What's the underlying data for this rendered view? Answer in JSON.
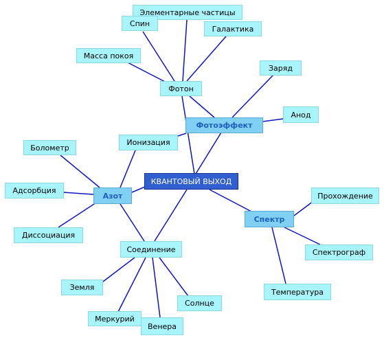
{
  "diagram": {
    "root": "КВАНТОВЫЙ ВЫХОД",
    "branches": {
      "photoeffect": "Фотоэффект",
      "nitrogen": "Азот",
      "spectrum": "Спектр"
    },
    "nodes": {
      "photon": "Фотон",
      "elementary": "Элементарные частицы",
      "spin": "Спин",
      "galaxy": "Галактика",
      "rest_mass": "Масса покоя",
      "charge": "Заряд",
      "anode": "Анод",
      "ionization": "Ионизация",
      "bolometer": "Болометр",
      "adsorption": "Адсорбция",
      "dissociation": "Диссоциация",
      "compound": "Соединение",
      "earth": "Земля",
      "mercury": "Меркурий",
      "venus": "Венера",
      "sun": "Солнце",
      "passage": "Прохождение",
      "spectrograph": "Спектрограф",
      "temperature": "Температура"
    },
    "edge_color": "#0a14c8"
  }
}
